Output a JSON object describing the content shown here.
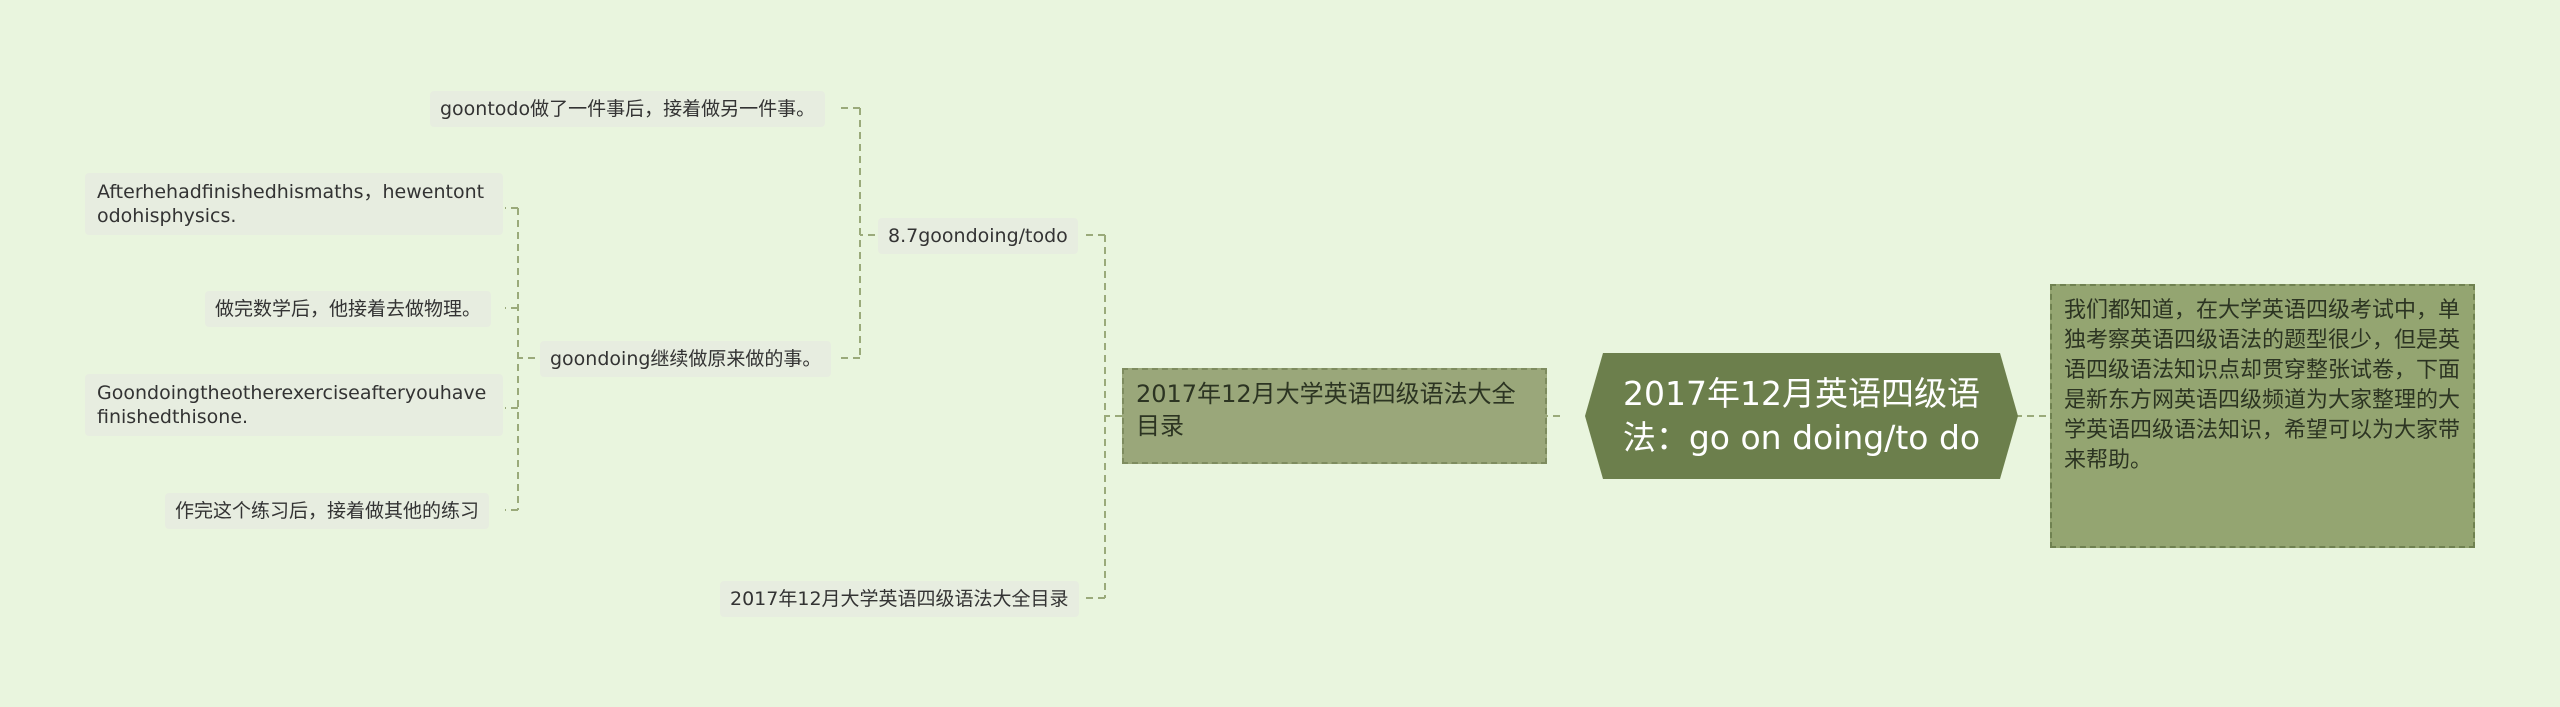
{
  "colors": {
    "background": "#e9f5de",
    "root_fill": "#6c7f4c",
    "branch_fill": "#9aa77a",
    "description_fill": "#94a571",
    "leaf_fill": "#e7ede0",
    "connector": "#9aaa7a"
  },
  "root": {
    "text": "2017年12月英语四级语法：go on doing/to do"
  },
  "description": {
    "text": "我们都知道，在大学英语四级考试中，单独考察英语四级语法的题型很少，但是英语四级语法知识点却贯穿整张试卷，下面是新东方网英语四级频道为大家整理的大学英语四级语法知识，希望可以为大家带来帮助。"
  },
  "branch": {
    "text": "2017年12月大学英语四级语法大全目录"
  },
  "topics": {
    "goondoing_todo": "8.7goondoing/todo",
    "catalog_link": "2017年12月大学英语四级语法大全目录"
  },
  "subtopics": {
    "goontodo": "goontodo做了一件事后，接着做另一件事。",
    "goondoing": "goondoing继续做原来做的事。"
  },
  "examples": {
    "ex1_en": "Afterhehadfinishedhismaths，hewentontodohisphysics.",
    "ex1_zh": "做完数学后，他接着去做物理。",
    "ex2_en": "Goondoingtheotherexerciseafteryouhavefinishedthisone.",
    "ex2_zh": "作完这个练习后，接着做其他的练习"
  }
}
